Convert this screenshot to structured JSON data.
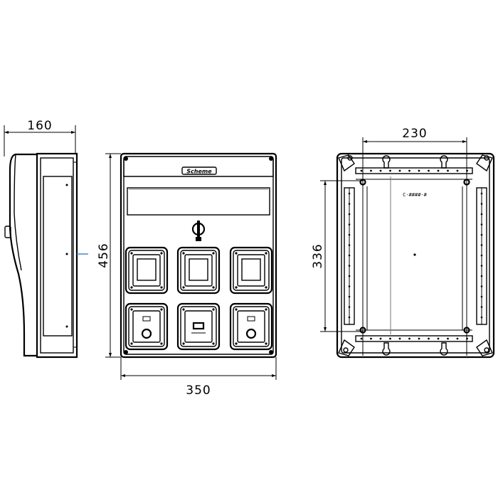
{
  "dimensions": {
    "side_width": "160",
    "height": "456",
    "front_width": "350",
    "back_width": "230",
    "back_height": "336"
  },
  "front_logo": "Scheme",
  "back_logo": "C-####-#",
  "colors": {
    "line": "#000000",
    "accent": "#3a7fc8",
    "background": "#ffffff"
  }
}
